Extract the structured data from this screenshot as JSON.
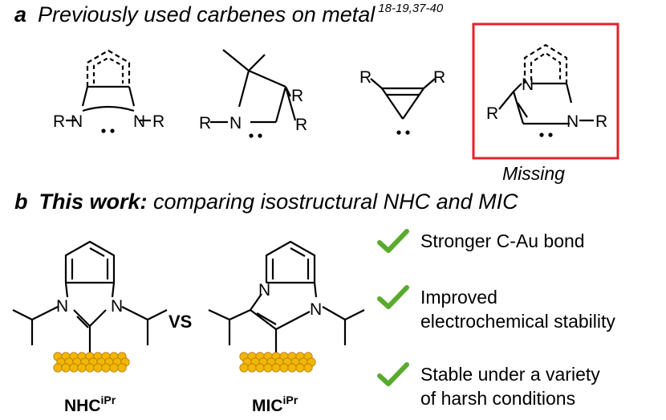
{
  "section_a": {
    "letter": "a",
    "title": "Previously used carbenes on metal",
    "refs": "18-19,37-40",
    "missing_label": "Missing"
  },
  "section_b": {
    "letter": "b",
    "title_bold": "This work:",
    "title_rest": " comparing isostructural NHC and MIC",
    "vs_label": "VS",
    "nhc_label": "NHC",
    "nhc_sup": "iPr",
    "mic_label": "MIC",
    "mic_sup": "iPr"
  },
  "atoms": {
    "R": "R",
    "N": "N"
  },
  "features": [
    {
      "lines": [
        "Stronger C-Au bond"
      ]
    },
    {
      "lines": [
        "Improved",
        "electrochemical stability"
      ]
    },
    {
      "lines": [
        "Stable under a variety",
        "of harsh conditions"
      ]
    }
  ],
  "colors": {
    "highlight_box": "#e3222b",
    "check": "#5aab2d",
    "gold": "#f2b705",
    "gold_shadow": "#b77c00"
  },
  "icons": [
    "check-icon",
    "gold-surface-icon"
  ]
}
